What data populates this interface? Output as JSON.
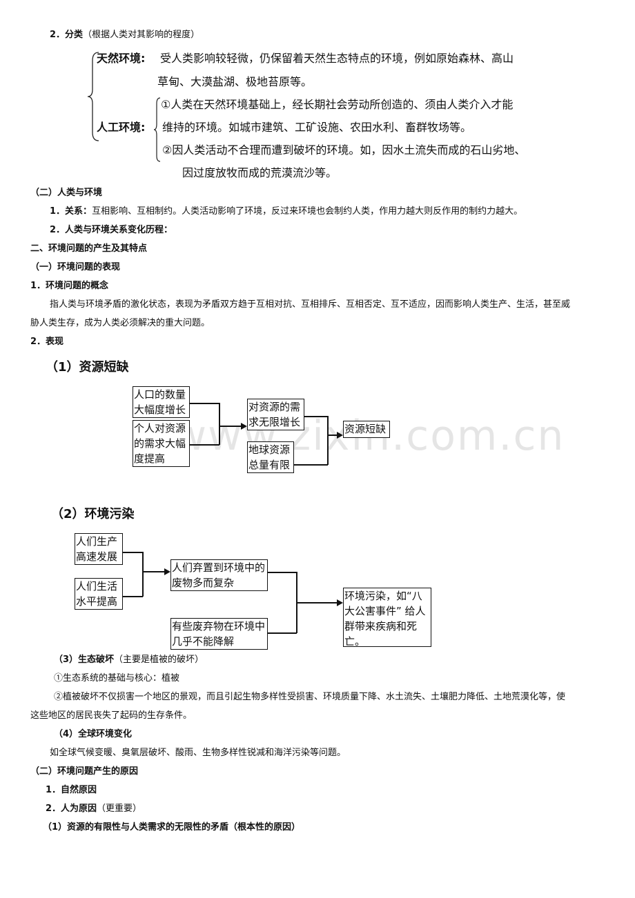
{
  "classification": {
    "heading_num": "2．",
    "heading_label": "分类",
    "heading_note": "（根据人类对其影响的程度）",
    "natural": {
      "label": "天然环境:",
      "line1": "受人类影响较轻微，仍保留着天然生态特点的环境，例如原始森林、高山",
      "line2": "草甸、大漠盐湖、极地苔原等。"
    },
    "artificial": {
      "label": "人工环境:",
      "line1": "①人类在天然环境基础上，经长期社会劳动所创造的、须由人类介入才能",
      "line2": "维持的环境。如城市建筑、工矿设施、农田水利、畜群牧场等。",
      "line3": "②因人类活动不合理而遭到破坏的环境。如，因水土流失而成的石山劣地、",
      "line4": "因过度放牧而成的荒漠流沙等。"
    }
  },
  "human_env": {
    "heading": "（二）人类与环境",
    "relation_num": "1．",
    "relation_label": "关系：",
    "relation_text": "互相影响、互相制约。人类活动影响了环境，反过来环境也会制约人类，作用力越大则反作用的制约力越大。",
    "history": "2．人类与环境关系变化历程："
  },
  "section2": {
    "heading": "二、环境问题的产生及其特点",
    "sub1": "（一）环境问题的表现",
    "concept_heading": "1．环境问题的概念",
    "concept_line1": "指人类与环境矛盾的激化状态，表现为矛盾双方趋于互相对抗、互相排斥、互相否定、互不适应，因而影响人类生产、生活，甚至威",
    "concept_line2": "胁人类生存，成为人类必须解决的重大问题。",
    "manifest_heading": "2．表现"
  },
  "diagram1": {
    "title": "（1）资源短缺",
    "boxes": {
      "pop": "人口的数量大幅度增长",
      "demand_personal": "个人对资源的需求大幅度提高",
      "demand_unlimited": "对资源的需求无限增长",
      "earth_limited": "地球资源总量有限",
      "shortage": "资源短缺"
    }
  },
  "diagram2": {
    "title": "（2）环境污染",
    "boxes": {
      "production": "人们生产高速发展",
      "living": "人们生活水平提高",
      "waste": "人们弃置到环境中的废物多而复杂",
      "nondegradable": "有些废弃物在环境中几乎不能降解",
      "pollution": "环境污染，如“八大公害事件” 给人群带来疾病和死亡。"
    }
  },
  "eco": {
    "heading": "（3）生态破坏",
    "note": "（主要是植被的破坏）",
    "item1": "①生态系统的基础与核心：植被",
    "item2_line1": "②植被破坏不仅损害一个地区的景观，而且引起生物多样性受损害、环境质量下降、水土流失、土壤肥力降低、土地荒漠化等，使",
    "item2_line2": "这些地区的居民丧失了起码的生存条件。"
  },
  "global": {
    "heading": "（4）全球环境变化",
    "text": "如全球气候变暖、臭氧层破坏、酸雨、生物多样性锐减和海洋污染等问题。"
  },
  "causes": {
    "heading": "（二）环境问题产生的原因",
    "natural": "1．自然原因",
    "human_label": "2．人为原因",
    "human_note": "（更重要）",
    "root": "（1）资源的有限性与人类需求的无限性的矛盾（根本性的原因）"
  },
  "watermark": "www.zixin.com.cn"
}
